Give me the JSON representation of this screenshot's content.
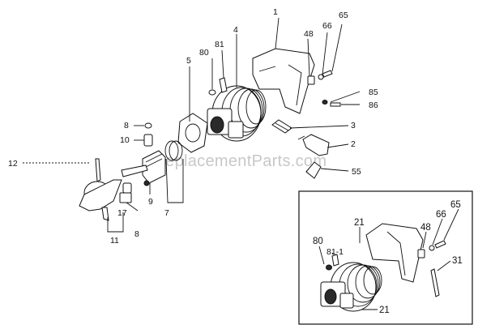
{
  "watermark": "eReplacementParts.com",
  "callouts": {
    "c1": "1",
    "c2": "2",
    "c3": "3",
    "c4": "4",
    "c5": "5",
    "c7": "7",
    "c8a": "8",
    "c8b": "8",
    "c9": "9",
    "c10": "10",
    "c11": "11",
    "c12": "12",
    "c17": "17",
    "c48": "48",
    "c55": "55",
    "c65": "65",
    "c66": "66",
    "c80": "80",
    "c81": "81",
    "c85": "85",
    "c86": "86"
  },
  "inset": {
    "c21a": "21",
    "c21b": "21",
    "c31": "31",
    "c48": "48",
    "c65": "65",
    "c66": "66",
    "c80": "80",
    "c81_1": "81-1"
  }
}
